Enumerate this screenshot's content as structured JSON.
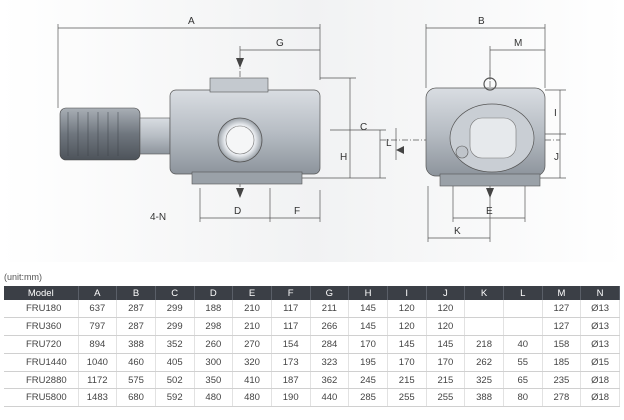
{
  "dim_labels": {
    "A": "A",
    "B": "B",
    "C": "C",
    "D": "D",
    "E": "E",
    "F": "F",
    "G": "G",
    "H": "H",
    "I": "I",
    "J": "J",
    "K": "K",
    "L": "L",
    "M": "M",
    "N4": "4-N"
  },
  "unit_label": "(unit:mm)",
  "table": {
    "columns": [
      "Model",
      "A",
      "B",
      "C",
      "D",
      "E",
      "F",
      "G",
      "H",
      "I",
      "J",
      "K",
      "L",
      "M",
      "N"
    ],
    "rows": [
      [
        "FRU180",
        "637",
        "287",
        "299",
        "188",
        "210",
        "117",
        "211",
        "145",
        "120",
        "120",
        "",
        "",
        "127",
        "Ø13"
      ],
      [
        "FRU360",
        "797",
        "287",
        "299",
        "298",
        "210",
        "117",
        "266",
        "145",
        "120",
        "120",
        "",
        "",
        "127",
        "Ø13"
      ],
      [
        "FRU720",
        "894",
        "388",
        "352",
        "260",
        "270",
        "154",
        "284",
        "170",
        "145",
        "145",
        "218",
        "40",
        "158",
        "Ø13"
      ],
      [
        "FRU1440",
        "1040",
        "460",
        "405",
        "300",
        "320",
        "173",
        "323",
        "195",
        "170",
        "170",
        "262",
        "55",
        "185",
        "Ø15"
      ],
      [
        "FRU2880",
        "1172",
        "575",
        "502",
        "350",
        "410",
        "187",
        "362",
        "245",
        "215",
        "215",
        "325",
        "65",
        "235",
        "Ø18"
      ],
      [
        "FRU5800",
        "1483",
        "680",
        "592",
        "480",
        "480",
        "190",
        "440",
        "285",
        "255",
        "255",
        "388",
        "80",
        "278",
        "Ø18"
      ]
    ]
  }
}
